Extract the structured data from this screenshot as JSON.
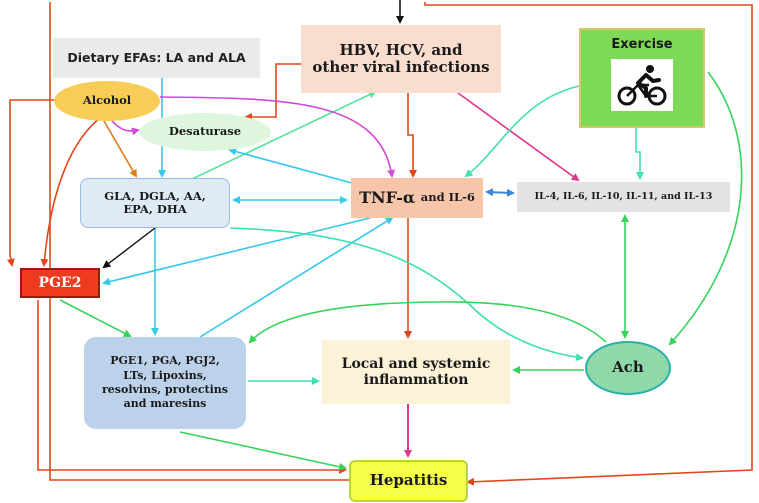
{
  "nodes": {
    "dietary": "Dietary EFAs: LA and ALA",
    "alcohol": "Alcohol",
    "desaturase": "Desaturase",
    "viral": [
      "HBV, HCV, and",
      "other viral infections"
    ],
    "exercise": "Exercise",
    "exercise_icon": "cyclist-icon",
    "fatty_acids": [
      "GLA, DGLA, AA,",
      "EPA, DHA"
    ],
    "tnf": {
      "main": "TNF-α",
      "rest": "and IL-6"
    },
    "interleukins": "IL-4, IL-6, IL-10, IL-11, and IL-13",
    "pge2": "PGE2",
    "mediators": [
      "PGE1, PGA, PGJ2,",
      "LTs, Lipoxins,",
      "resolvins, protectins",
      "and maresins"
    ],
    "local": [
      "Local and systemic",
      "inflammation"
    ],
    "ach": "Ach",
    "hepatitis": "Hepatitis"
  },
  "colors": {
    "orange_red": "#e2461c",
    "orange": "#e07b1a",
    "magenta": "#e0338a",
    "violet": "#d44ad8",
    "cyan": "#35c8e8",
    "aqua_green": "#3fe0b0",
    "green": "#35d35a",
    "mint": "#56e39a",
    "blue": "#3b86d9",
    "black": "#111111"
  }
}
